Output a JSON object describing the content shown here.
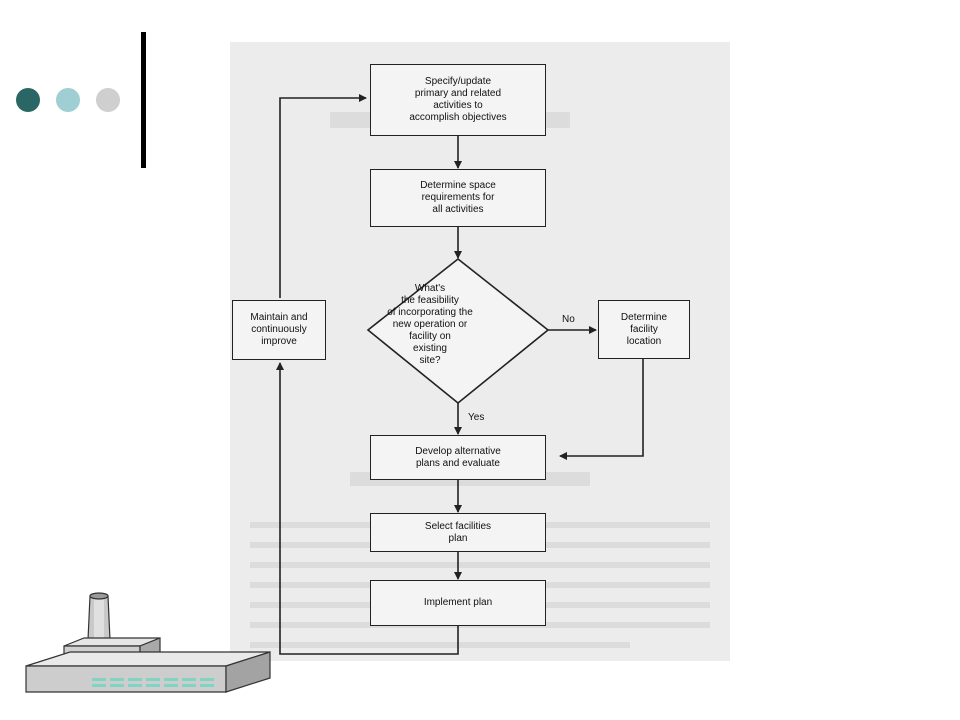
{
  "theme": {
    "dot_colors": [
      "#2a6664",
      "#9fcfd3",
      "#cfcfcf"
    ],
    "text_color": "#111111",
    "line_color": "#222222"
  },
  "flowchart": {
    "step_specify": "Specify/update\nprimary and related\nactivities to\naccomplish objectives",
    "step_space": "Determine space\nrequirements for\nall activities",
    "decision": "What's\nthe feasibility\nof incorporating the\nnew operation or\nfacility on\nexisting\nsite?",
    "step_location": "Determine\nfacility\nlocation",
    "step_maintain": "Maintain and\ncontinuously\nimprove",
    "step_develop": "Develop alternative\nplans and evaluate",
    "step_select": "Select facilities\nplan",
    "step_implement": "Implement plan",
    "label_no": "No",
    "label_yes": "Yes"
  }
}
